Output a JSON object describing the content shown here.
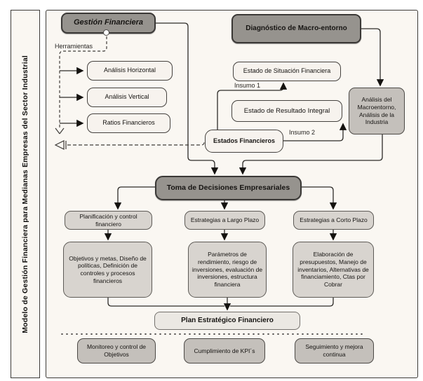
{
  "sidebar": {
    "title": "Modelo de Gestión Financiera para Medianas Empresas del Sector Industrial"
  },
  "labels": {
    "herramientas": "Herramientas",
    "insumo1": "Insumo 1",
    "insumo2": "Insumo 2"
  },
  "nodes": {
    "gestion": "Gestión Financiera",
    "analisis_horizontal": "Análisis Horizontal",
    "analisis_vertical": "Análisis Vertical",
    "ratios_financieros": "Ratios Financieros",
    "diagnostico": "Diagnóstico de Macro-entorno",
    "situacion": "Estado de Situación Financiera",
    "resultado": "Estado de Resultado Integral",
    "estados": "Estados Financieros",
    "macroentorno": "Análisis del Macroentorno, Análisis de la Industria",
    "toma": "Toma de Decisiones Empresariales",
    "planificacion": "Planificación y control financiero",
    "largo": "Estrategias a Largo Plazo",
    "corto": "Estrategias a Corto Plazo",
    "objetivos": "Objetivos y metas, Diseño de políticas, Definición de controles y procesos financieros",
    "parametros": "Parámetros de rendimiento, riesgo de inversiones, evaluación de inversiones, estructura financiera",
    "elaboracion": "Elaboración de presupuestos, Manejo de inventarios, Alternativas de financiamiento, Ctas por Cobrar",
    "plan": "Plan Estratégico Financiero",
    "monitoreo": "Monitoreo y control de Objetivos",
    "kpi": "Cumplimiento de KPI´s",
    "seguimiento": "Seguimiento y mejora continua"
  },
  "colors": {
    "frame_background": "#faf7f2",
    "dark_node_fill": "#96938e",
    "medium_node_fill": "#c4c0bb",
    "light_node_fill": "#d8d4cf",
    "pale_node_fill": "#f7f3ee",
    "line": "#2e2c29"
  }
}
